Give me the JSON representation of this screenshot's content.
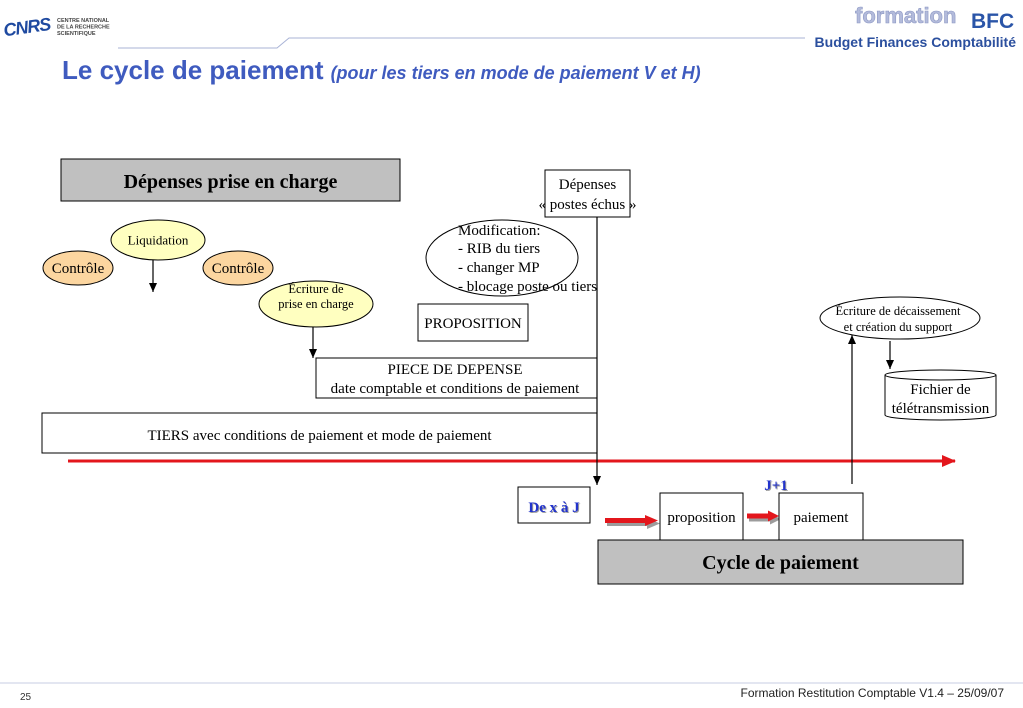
{
  "header": {
    "logo_letters": "CNRS",
    "logo_caption": [
      "CENTRE NATIONAL",
      "DE LA RECHERCHE",
      "SCIENTIFIQUE"
    ],
    "brand_word": "formation",
    "brand_acronym": "BFC",
    "brand_tagline": "Budget Finances Comptabilité"
  },
  "title": {
    "main": "Le cycle de paiement",
    "subtitle": "(pour les tiers en mode de paiement V et H)"
  },
  "diagram": {
    "depenses_prise_en_charge": "Dépenses prise en charge",
    "liquidation": "Liquidation",
    "controle_left": "Contrôle",
    "controle_right": "Contrôle",
    "ecriture_prise_en_charge": [
      "Écriture de",
      "prise en charge"
    ],
    "piece_de_depense": [
      "PIECE DE DEPENSE",
      "date comptable et conditions de paiement"
    ],
    "tiers": "TIERS avec conditions de paiement et mode de paiement",
    "depenses_postes_echus": [
      "Dépenses",
      "« postes échus »"
    ],
    "modification": [
      "Modification:",
      "- RIB du tiers",
      "- changer MP",
      "- blocage poste ou tiers"
    ],
    "proposition_box": "PROPOSITION",
    "ecriture_decaissement": [
      "Écriture de décaissement",
      "et création du support"
    ],
    "fichier_teletransmission": [
      "Fichier de",
      "télétransmission"
    ],
    "j_plus_1": "J+1",
    "de_x_a_j": "De x à J",
    "proposition": "proposition",
    "paiement": "paiement",
    "cycle_de_paiement": "Cycle de paiement"
  },
  "footer": {
    "page_number": "25",
    "text": "Formation Restitution Comptable V1.4 – 25/09/07"
  },
  "colors": {
    "logo_blue": "#1f4aa0",
    "title_blue": "#3f5bbf",
    "brand_light": "#b3bbdb",
    "brand_blue": "#2a55a8",
    "tagline_blue": "#2b4f9e",
    "gray_box": "#c0c0c0",
    "yellow_ellipse": "#ffffc0",
    "peach_ellipse": "#fcd6a0",
    "red_arrow": "#e3161c",
    "label_blue": "#2233cc",
    "rule": "#a9b3d6"
  }
}
